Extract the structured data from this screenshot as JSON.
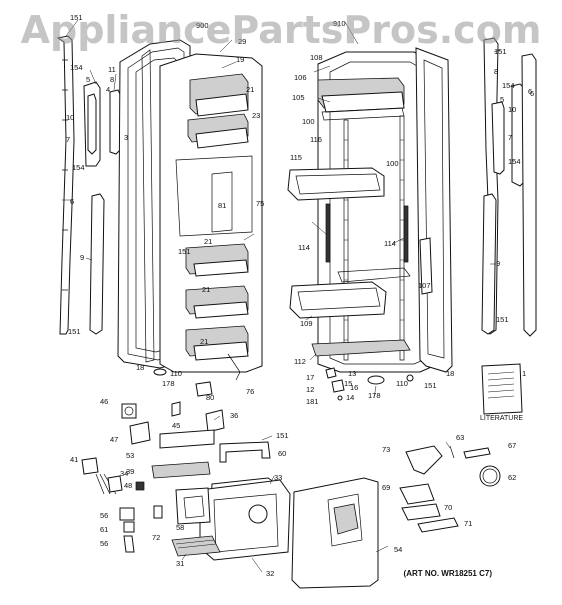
{
  "watermark": "AppliancePartsPros.com",
  "art_number": "(ART NO. WR18251 C7)",
  "literature_label": "LITERATURE",
  "callouts": {
    "p151a": "151",
    "p900": "900",
    "p29": "29",
    "p910": "910",
    "p151b": "151",
    "p154a": "154",
    "p11": "11",
    "p19": "19",
    "p108": "108",
    "p8a": "8",
    "p8b": "8",
    "p5a": "5",
    "p4": "4",
    "p106": "106",
    "p154b": "154",
    "p6a": "6",
    "p6b": "6",
    "p10a": "10",
    "p3": "3",
    "p21a": "21",
    "p105": "105",
    "p5b": "5",
    "p10b": "10",
    "p7a": "7",
    "p23": "23",
    "p100a": "100",
    "p7b": "7",
    "p116": "116",
    "p154c": "154",
    "p154d": "154",
    "p115": "115",
    "p100b": "100",
    "p6c": "6",
    "p75": "75",
    "p81": "81",
    "p21b": "21",
    "p151c": "151",
    "p114a": "114",
    "p114b": "114",
    "p9a": "9",
    "p9b": "9",
    "p21c": "21",
    "p107": "107",
    "p109": "109",
    "p151d": "151",
    "p151e": "151",
    "p21d": "21",
    "p112": "112",
    "p18a": "18",
    "p110a": "110",
    "p13": "13",
    "p17": "17",
    "p15": "15",
    "p1": "1",
    "p178a": "178",
    "p110b": "110",
    "p151f": "151",
    "p18b": "18",
    "p16": "16",
    "p12": "12",
    "p14": "14",
    "p80": "80",
    "p76": "76",
    "p178b": "178",
    "p181": "181",
    "p46": "46",
    "p45": "45",
    "p36": "36",
    "p47": "47",
    "p151g": "151",
    "p60": "60",
    "p53": "53",
    "p63": "63",
    "p67": "67",
    "p41": "41",
    "p73": "73",
    "p39": "39",
    "p34": "34",
    "p33": "33",
    "p48": "48",
    "p62": "62",
    "p69": "69",
    "p56a": "56",
    "p70": "70",
    "p58": "58",
    "p61": "61",
    "p71": "71",
    "p72": "72",
    "p56b": "56",
    "p54": "54",
    "p31": "31",
    "p32": "32"
  }
}
